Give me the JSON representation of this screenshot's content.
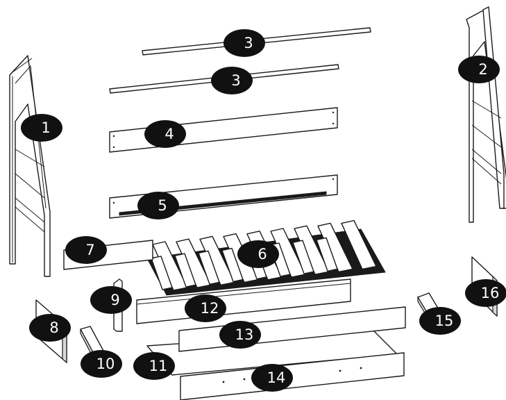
{
  "diagram": {
    "style": "black-and-white exploded assembly drawing",
    "badge_color": "#111111",
    "badge_text_color": "#ffffff",
    "callouts": [
      "1",
      "2",
      "3",
      "3",
      "4",
      "5",
      "6",
      "7",
      "8",
      "9",
      "10",
      "11",
      "12",
      "13",
      "14",
      "15",
      "16"
    ]
  }
}
